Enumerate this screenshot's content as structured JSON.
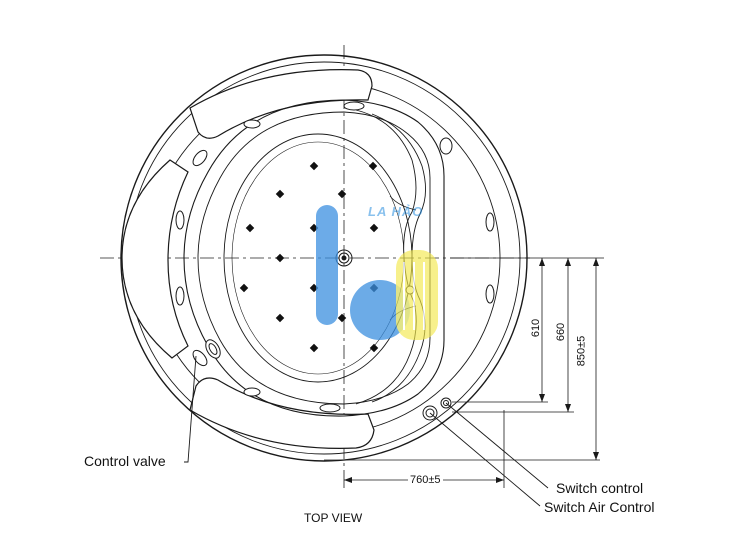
{
  "labels": {
    "control_valve": "Control valve",
    "switch_control": "Switch control",
    "switch_air_control": "Switch Air Control",
    "view_title": "TOP VIEW"
  },
  "dimensions": {
    "d610": "610",
    "d660": "660",
    "d850": "850±5",
    "d760": "760±5"
  },
  "watermark": {
    "text": "LA HẢO",
    "color_blue": "#3b8fe0",
    "color_yellow": "#f2e84a"
  },
  "colors": {
    "line": "#1a1a1a",
    "background": "#ffffff"
  }
}
